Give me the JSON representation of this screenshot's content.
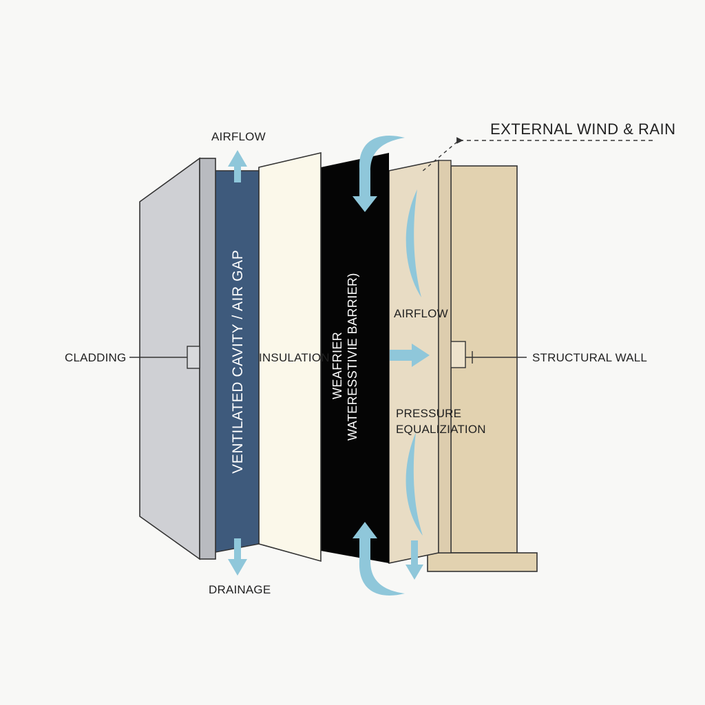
{
  "labels": {
    "external": "EXTERNAL WIND & RAIN",
    "airflow_top": "AIRFLOW",
    "drainage": "DRAINAGE",
    "cladding": "CLADDING",
    "insulation": "INSULATION",
    "structural_wall": "STRUCTURAL WALL",
    "airflow_mid": "AIRFLOW",
    "pressure_line1": "PRESSURE",
    "pressure_line2": "EQUALIZIATION",
    "cavity": "VENTILATED CAVITY / AIR GAP",
    "barrier_line1": "WEAFRIER",
    "barrier_line2": "WATERESSTIVIE BARRIER)"
  },
  "colors": {
    "background": "#f8f8f6",
    "cladding_face": "#cfd0d4",
    "cladding_edge": "#b5b7bc",
    "cavity": "#3e5a7c",
    "insulation": "#fbf8ea",
    "barrier": "#050505",
    "sheathing": "#e8dcc4",
    "structural": "#e2d2b0",
    "arrow": "#8fc7da",
    "outline": "#333333"
  }
}
